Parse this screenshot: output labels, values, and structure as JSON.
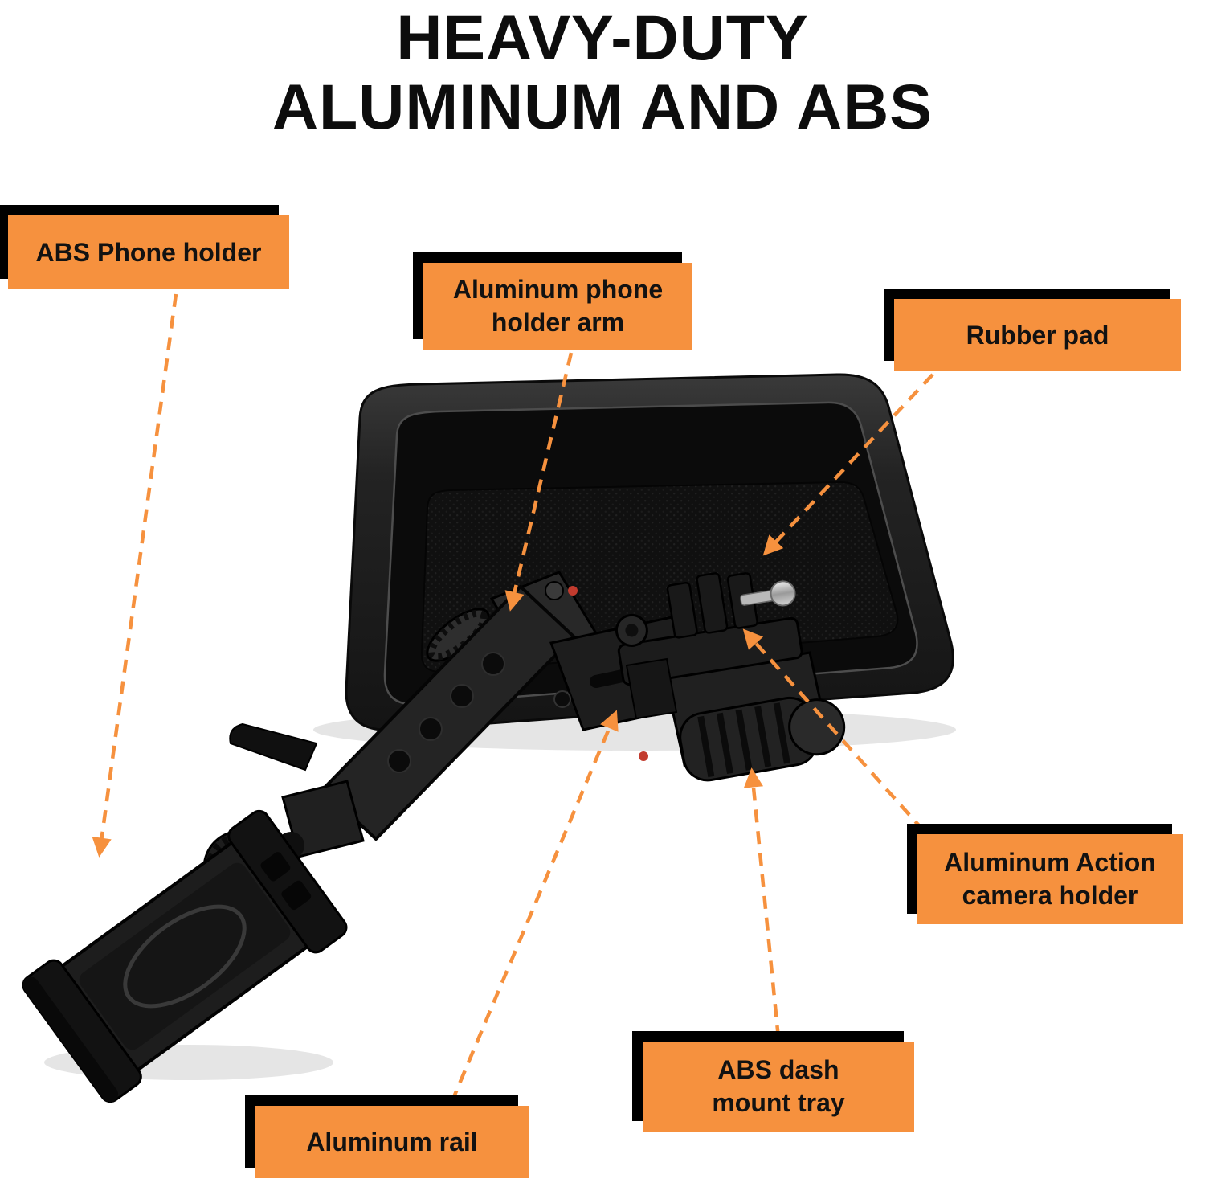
{
  "title": {
    "line1": "HEAVY-DUTY",
    "line2": "ALUMINUM AND ABS"
  },
  "callouts": [
    {
      "id": "phone-holder",
      "label": "ABS Phone holder"
    },
    {
      "id": "phone-holder-arm",
      "label": "Aluminum phone\nholder arm"
    },
    {
      "id": "rubber-pad",
      "label": "Rubber pad"
    },
    {
      "id": "action-camera-holder",
      "label": "Aluminum Action\ncamera holder"
    },
    {
      "id": "dash-mount-tray",
      "label": "ABS dash\nmount tray"
    },
    {
      "id": "aluminum-rail",
      "label": "Aluminum rail"
    }
  ],
  "colors": {
    "accent_orange": "#F6913E",
    "callout_shadow": "#000000",
    "product_black": "#1b1b1b",
    "accent_red": "#C23B2E"
  }
}
